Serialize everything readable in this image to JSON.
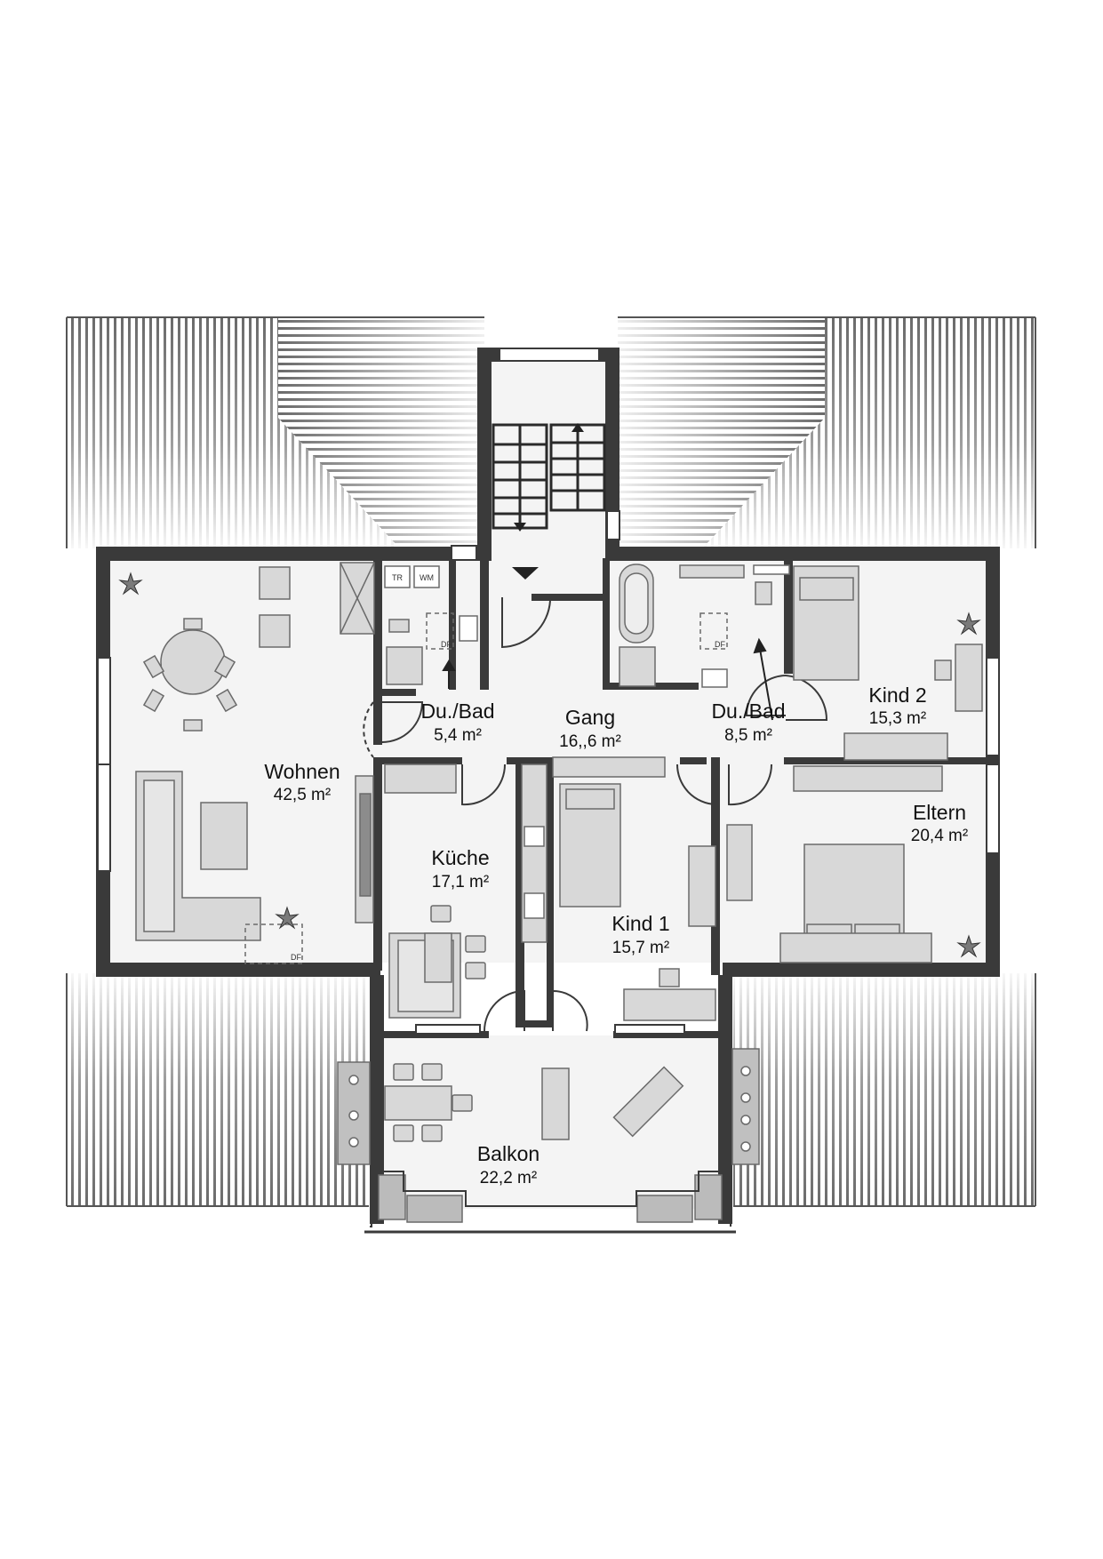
{
  "colors": {
    "wall": "#3a3a3a",
    "roof_line": "#555555",
    "floor": "#f4f4f4",
    "furniture": "#d8d8d8",
    "furniture_stroke": "#6a6a6a",
    "paper": "#ffffff"
  },
  "rooms": {
    "wohnen": {
      "name": "Wohnen",
      "area": "42,5 m²"
    },
    "bad1": {
      "name": "Du./Bad",
      "area": "5,4 m²"
    },
    "gang": {
      "name": "Gang",
      "area": "16,,6 m²"
    },
    "bad2": {
      "name": "Du./Bad",
      "area": "8,5 m²"
    },
    "kind2": {
      "name": "Kind 2",
      "area": "15,3 m²"
    },
    "eltern": {
      "name": "Eltern",
      "area": "20,4 m²"
    },
    "kueche": {
      "name": "Küche",
      "area": "17,1 m²"
    },
    "kind1": {
      "name": "Kind 1",
      "area": "15,7 m²"
    },
    "balkon": {
      "name": "Balkon",
      "area": "22,2 m²"
    }
  },
  "fixtures": {
    "dryer": "TR",
    "washer": "WM",
    "roof_window": "DF"
  },
  "icons": {
    "plant": "plant-icon",
    "stair_arrow": "stair-direction-arrow-icon",
    "entry_arrow": "entry-arrow-icon",
    "window": "window-icon",
    "door": "door-swing-icon"
  }
}
